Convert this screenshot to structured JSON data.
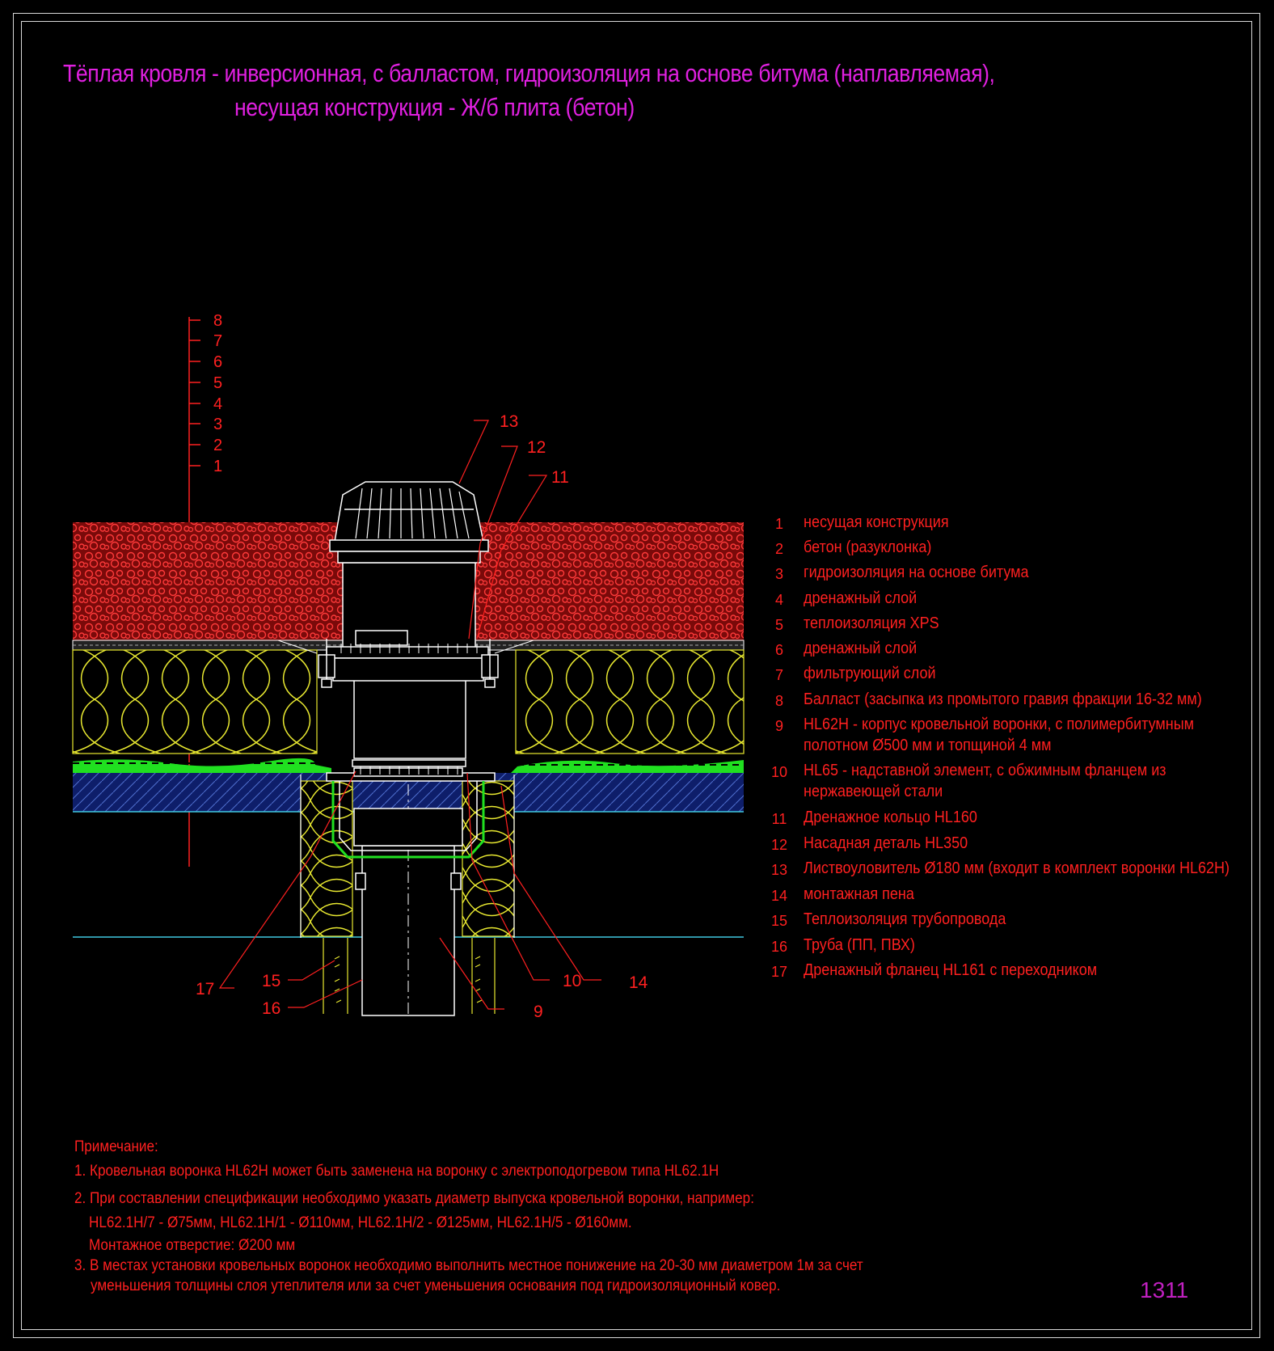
{
  "title": {
    "line1": "Тёплая кровля - инверсионная, с балластом, гидроизоляция на основе битума (наплавляемая),",
    "line2": "несущая конструкция - Ж/б плита (бетон)"
  },
  "layer_scale": [
    "8",
    "7",
    "6",
    "5",
    "4",
    "3",
    "2",
    "1"
  ],
  "callouts": {
    "c13": "13",
    "c12": "12",
    "c11": "11",
    "c17": "17",
    "c15": "15",
    "c16": "16",
    "c9": "9",
    "c10": "10",
    "c14": "14"
  },
  "legend": [
    {
      "num": "1",
      "text": "несущая конструкция"
    },
    {
      "num": "2",
      "text": "бетон (разуклонка)"
    },
    {
      "num": "3",
      "text": "гидроизоляция на основе битума"
    },
    {
      "num": "4",
      "text": "дренажный   слой"
    },
    {
      "num": "5",
      "text": "теплоизоляция XPS"
    },
    {
      "num": "6",
      "text": "дренажный   слой"
    },
    {
      "num": "7",
      "text": "фильтрующий слой"
    },
    {
      "num": "8",
      "text": "Балласт (засыпка из промытого гравия фракции 16-32 мм)"
    },
    {
      "num": "9",
      "text": "HL62H - корпус кровельной воронки, с полимербитумным",
      "text2": "полотном Ø500 мм и топщиной 4 мм"
    },
    {
      "num": "10",
      "text": "HL65 - надставной элемент, с обжимным фланцем из",
      "text2": "нержавеющей стали"
    },
    {
      "num": "11",
      "text": "Дренажное кольцо HL160"
    },
    {
      "num": "12",
      "text": "Насадная деталь HL350"
    },
    {
      "num": "13",
      "text": "Листвоуловитель Ø180 мм (входит в комплект воронки HL62H)"
    },
    {
      "num": "14",
      "text": "монтажная пена"
    },
    {
      "num": "15",
      "text": "Теплоизоляция трубопровода"
    },
    {
      "num": "16",
      "text": "Труба (ПП, ПВХ)"
    },
    {
      "num": "17",
      "text": "Дренажный фланец HL161 с переходником"
    }
  ],
  "notes": {
    "heading": "Примечание:",
    "n1": "1. Кровельная воронка HL62H может быть заменена на воронку с электроподогревом типа HL62.1H",
    "n2a": "2. При составлении спецификации необходимо указать диаметр выпуска кровельной воронки, например:",
    "n2b": "HL62.1H/7 - Ø75мм, HL62.1H/1 - Ø110мм, HL62.1H/2 - Ø125мм, HL62.1H/5 - Ø160мм.",
    "n2c": "Монтажное отверстие: Ø200 мм",
    "n3a": "3. В местах установки кровельных воронок необходимо выполнить местное понижение на 20-30 мм диаметром 1м за счет",
    "n3b": "уменьшения толщины слоя утеплителя или за счет уменьшения основания под гидроизоляционный ковер."
  },
  "sheet_number": "1311",
  "colors": {
    "title": "#e020e0",
    "labels": "#ff2020",
    "gravel": "#cc1010",
    "insulation": "#e8e830",
    "drainage": "#20e020",
    "concrete": "#1e3ca0",
    "outline": "#ffffff",
    "slab_line": "#40c8e0"
  }
}
